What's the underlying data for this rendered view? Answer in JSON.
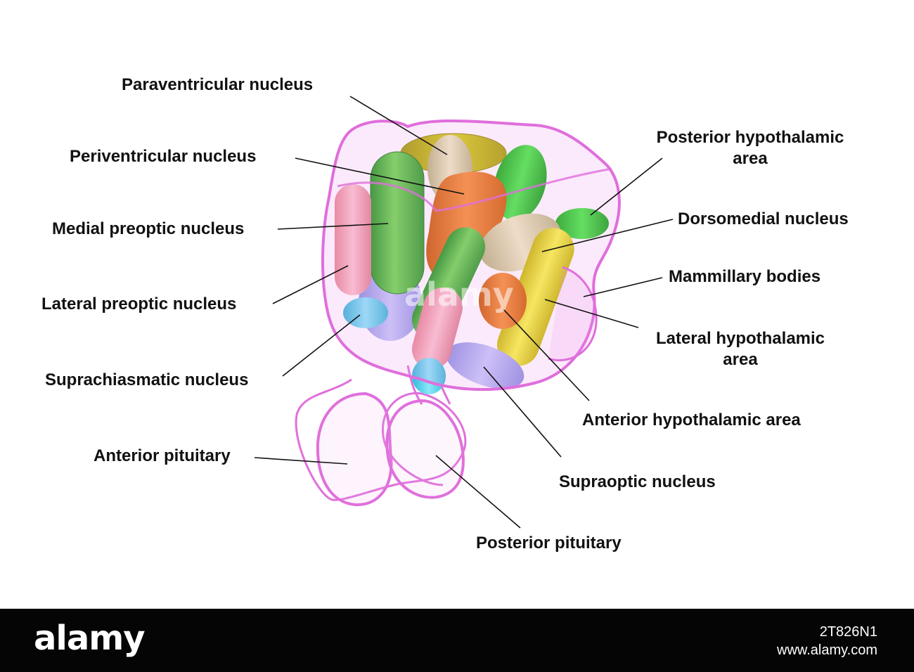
{
  "labels": {
    "paraventricular": "Paraventricular nucleus",
    "periventricular": "Periventricular nucleus",
    "medial_preoptic": "Medial preoptic nucleus",
    "lateral_preoptic": "Lateral preoptic nucleus",
    "suprachiasmatic": "Suprachiasmatic nucleus",
    "anterior_pituitary": "Anterior pituitary",
    "posterior_pituitary": "Posterior pituitary",
    "supraoptic": "Supraoptic nucleus",
    "anterior_hypothalamic": "Anterior hypothalamic area",
    "lateral_hypothalamic_1": "Lateral hypothalamic",
    "lateral_hypothalamic_2": "area",
    "mammillary": "Mammillary bodies",
    "dorsomedial": "Dorsomedial nucleus",
    "posterior_hypothalamic_1": "Posterior hypothalamic",
    "posterior_hypothalamic_2": "area"
  },
  "watermark": "alamy",
  "stock_bar": {
    "logo": "alamy",
    "image_id": "2T826N1",
    "site": "www.alamy.com"
  },
  "colors": {
    "membrane": "#e25ee0",
    "green": "#3fc23a",
    "bright_green": "#22e022",
    "orange": "#f07a10",
    "yellow": "#e8e000",
    "olive": "#c8c400",
    "khaki": "#e2e0a6",
    "pink": "#f4a6b0",
    "cyan": "#5ed8f0",
    "lavender": "#a8aef0",
    "leader_line": "#111111"
  }
}
